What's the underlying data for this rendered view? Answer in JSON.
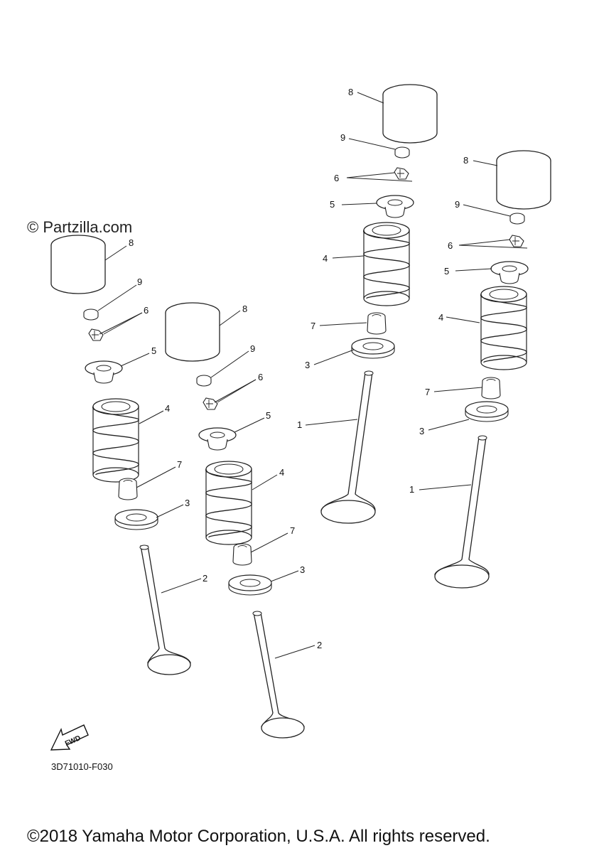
{
  "watermark": "© Partzilla.com",
  "diagram_code": "3D71010-F030",
  "copyright": "©2018 Yamaha Motor Corporation, U.S.A. All rights reserved.",
  "fwd_label": "FWD",
  "callout_numbers": {
    "valve_1": "1",
    "valve_2": "2",
    "retainer_3": "3",
    "spring_4": "4",
    "seat_5": "5",
    "cotter_6": "6",
    "seal_7": "7",
    "lifter_8": "8",
    "pad_9": "9"
  }
}
